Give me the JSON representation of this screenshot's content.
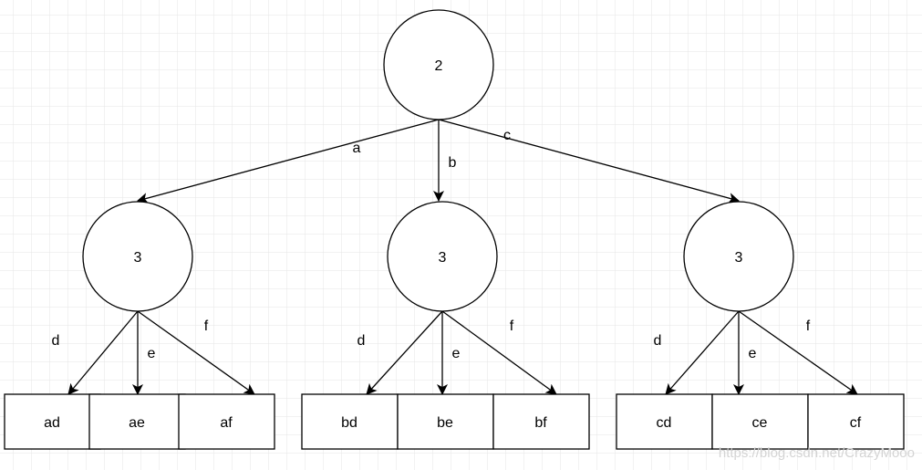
{
  "root": {
    "label": "2"
  },
  "root_edges": [
    "a",
    "b",
    "c"
  ],
  "groups": [
    {
      "label": "3",
      "edges": [
        "d",
        "e",
        "f"
      ],
      "leaves": [
        "ad",
        "ae",
        "af"
      ]
    },
    {
      "label": "3",
      "edges": [
        "d",
        "e",
        "f"
      ],
      "leaves": [
        "bd",
        "be",
        "bf"
      ]
    },
    {
      "label": "3",
      "edges": [
        "d",
        "e",
        "f"
      ],
      "leaves": [
        "cd",
        "ce",
        "cf"
      ]
    }
  ],
  "watermark": "https://blog.csdn.net/CrazyMooo",
  "colors": {
    "grid": "#e6e6e6",
    "stroke": "#000000",
    "background": "#ffffff"
  }
}
